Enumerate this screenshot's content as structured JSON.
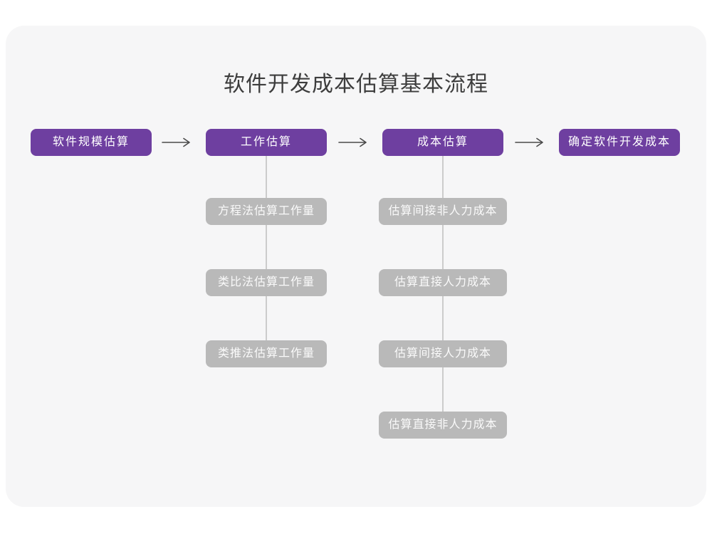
{
  "title": "软件开发成本估算基本流程",
  "colors": {
    "page_bg": "#ffffff",
    "card_bg": "#f6f6f7",
    "primary": "#6e3fa0",
    "primary_text": "#ffffff",
    "secondary": "#b9b9b9",
    "secondary_text": "#fafafa",
    "connector": "#cccccc",
    "arrow": "#4a4a4a",
    "title_text": "#3d3d3d"
  },
  "flow": {
    "main_steps": [
      "软件规模估算",
      "工作估算",
      "成本估算",
      "确定软件开发成本"
    ],
    "work_sub_steps": [
      "方程法估算工作量",
      "类比法估算工作量",
      "类推法估算工作量"
    ],
    "cost_sub_steps": [
      "估算间接非人力成本",
      "估算直接人力成本",
      "估算间接人力成本",
      "估算直接非人力成本"
    ]
  }
}
